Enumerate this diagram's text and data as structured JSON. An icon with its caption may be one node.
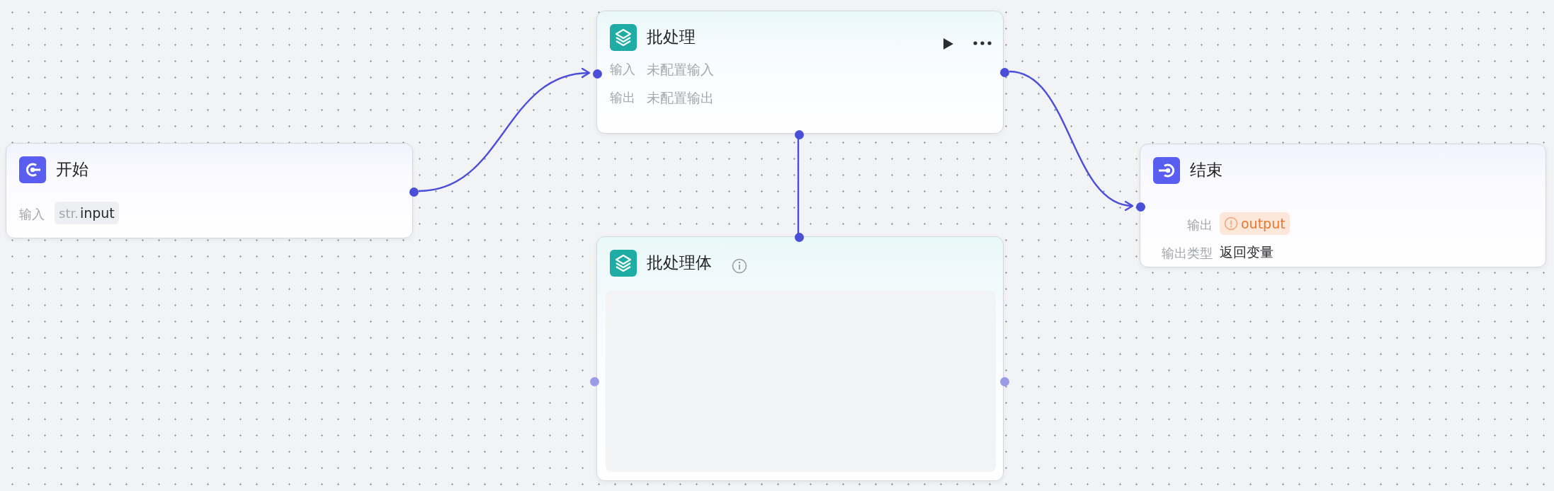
{
  "diagram": {
    "nodes": [
      {
        "text": [
          "开始",
          "输入",
          "str.",
          "input"
        ]
      },
      {
        "text": [
          "批处理",
          "输入",
          "未配置输入",
          "输出",
          "未配置输出"
        ]
      },
      {
        "text": [
          "批处理体"
        ]
      },
      {
        "text": [
          "结束",
          "输出",
          "output",
          "输出类型",
          "返回变量"
        ]
      }
    ],
    "edges": [
      {
        "from": 0,
        "to": 1,
        "arrow": "to"
      },
      {
        "from": 1,
        "to": 2,
        "arrow": "none"
      },
      {
        "from": 1,
        "to": 3,
        "arrow": "to"
      }
    ]
  }
}
